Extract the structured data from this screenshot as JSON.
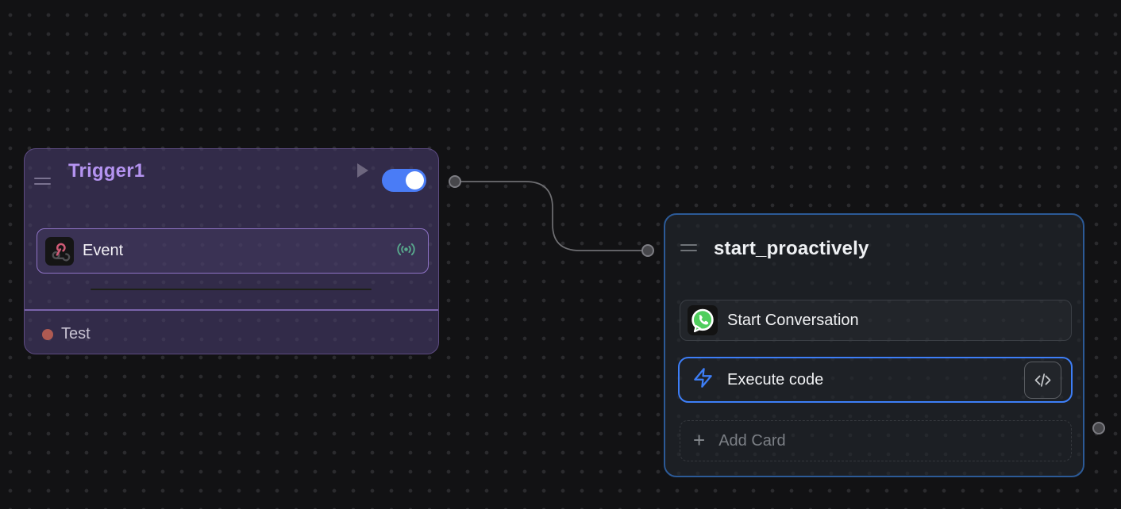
{
  "canvas": {
    "background": "#121214",
    "dot_color": "#2b2b2e"
  },
  "trigger_node": {
    "title": "Trigger1",
    "toggle_on": true,
    "card": {
      "label": "Event",
      "leading_icon": "webhook-icon",
      "trailing_icon": "broadcast-icon"
    },
    "footer": {
      "label": "Test",
      "status_color": "#ae5a52"
    }
  },
  "start_node": {
    "title": "start_proactively",
    "cards": [
      {
        "label": "Start Conversation",
        "leading_icon": "whatsapp-icon"
      },
      {
        "label": "Execute code",
        "leading_icon": "zap-icon",
        "action_icon": "code-icon",
        "selected": true
      }
    ],
    "add_card": {
      "label": "Add Card"
    }
  },
  "icons": {
    "plus": "+"
  },
  "colors": {
    "trigger_accent": "#b493f0",
    "trigger_node_bg": "#322b49",
    "trigger_node_border": "#5d4b82",
    "event_card_border": "#8f73c6",
    "selected_card_blue": "#3d7ef7",
    "start_node_border": "#2c5a97",
    "start_node_bg": "#1c1f24",
    "toggle_blue": "#4a7cf6",
    "whatsapp_green": "#4fce5d",
    "broadcast_teal": "#58a98d",
    "status_red": "#ae5a52",
    "edge_gray": "#6e6e72"
  }
}
